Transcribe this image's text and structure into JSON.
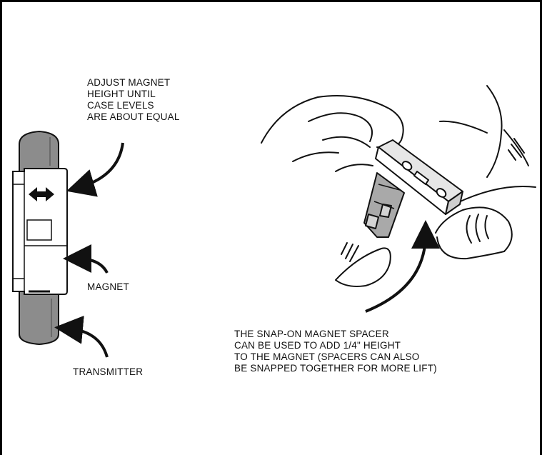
{
  "labels": {
    "adjust_height": "ADJUST MAGNET\nHEIGHT UNTIL\nCASE LEVELS\nARE ABOUT EQUAL",
    "magnet": "MAGNET",
    "transmitter": "TRANSMITTER",
    "spacer_note": "THE SNAP-ON MAGNET SPACER\nCAN BE USED TO ADD 1/4\" HEIGHT\nTO THE MAGNET (SPACERS CAN ALSO\nBE SNAPPED TOGETHER FOR MORE LIFT)"
  },
  "colors": {
    "transmitter_fill": "#8c8c8c",
    "magnet_fill": "#ffffff",
    "spacer_fill": "#a9a9a9",
    "line": "#111111"
  }
}
